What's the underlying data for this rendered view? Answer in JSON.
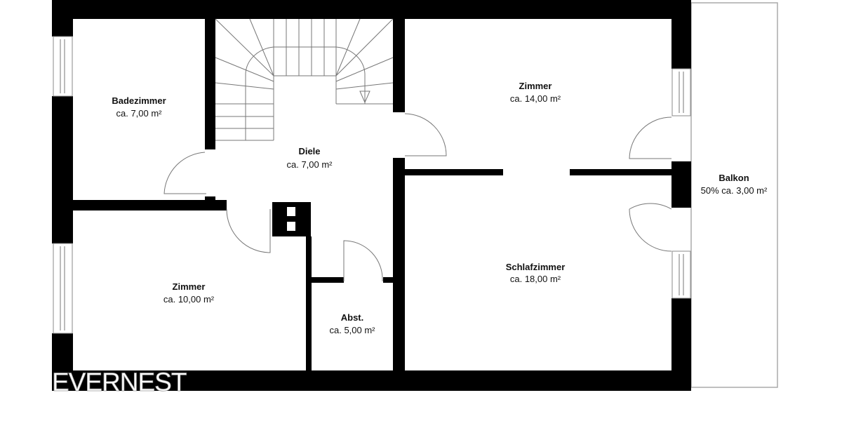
{
  "rooms": [
    {
      "name": "Badezimmer",
      "area": "ca. 7,00 m²"
    },
    {
      "name": "Diele",
      "area": "ca. 7,00 m²"
    },
    {
      "name": "Zimmer",
      "area": "ca. 14,00 m²"
    },
    {
      "name": "Balkon",
      "area": "50% ca. 3,00 m²"
    },
    {
      "name": "Schlafzimmer",
      "area": "ca. 18,00 m²"
    },
    {
      "name": "Zimmer",
      "area": "ca. 10,00 m²"
    },
    {
      "name": "Abst.",
      "area": "ca. 5,00 m²"
    }
  ],
  "logo": "EVERNEST",
  "colors": {
    "wall": "#000000",
    "background": "#ffffff",
    "lines": "#777777"
  }
}
